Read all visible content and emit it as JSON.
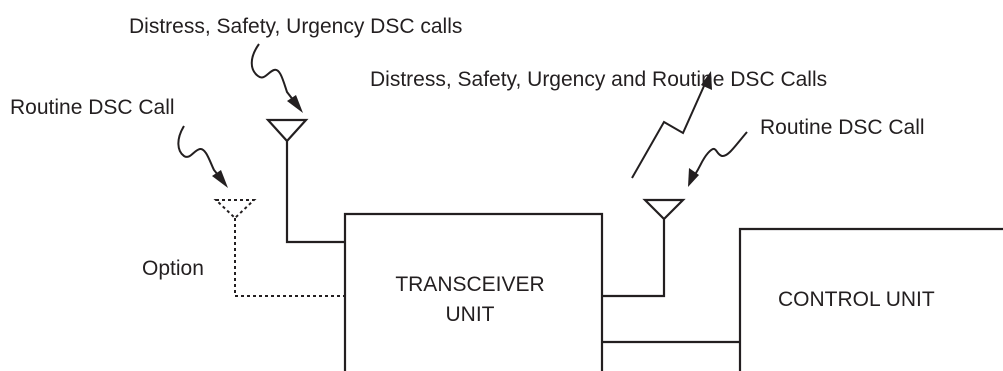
{
  "labels": {
    "top_antenna_calls": "Distress, Safety, Urgency DSC calls",
    "left_routine_call": "Routine DSC Call",
    "right_all_calls": "Distress, Safety, Urgency and Routine DSC Calls",
    "right_routine_call": "Routine DSC Call",
    "option": "Option"
  },
  "units": {
    "transceiver_line1": "TRANSCEIVER",
    "transceiver_line2": "UNIT",
    "control": "CONTROL UNIT"
  },
  "colors": {
    "ink": "#231f20",
    "background": "#ffffff"
  }
}
